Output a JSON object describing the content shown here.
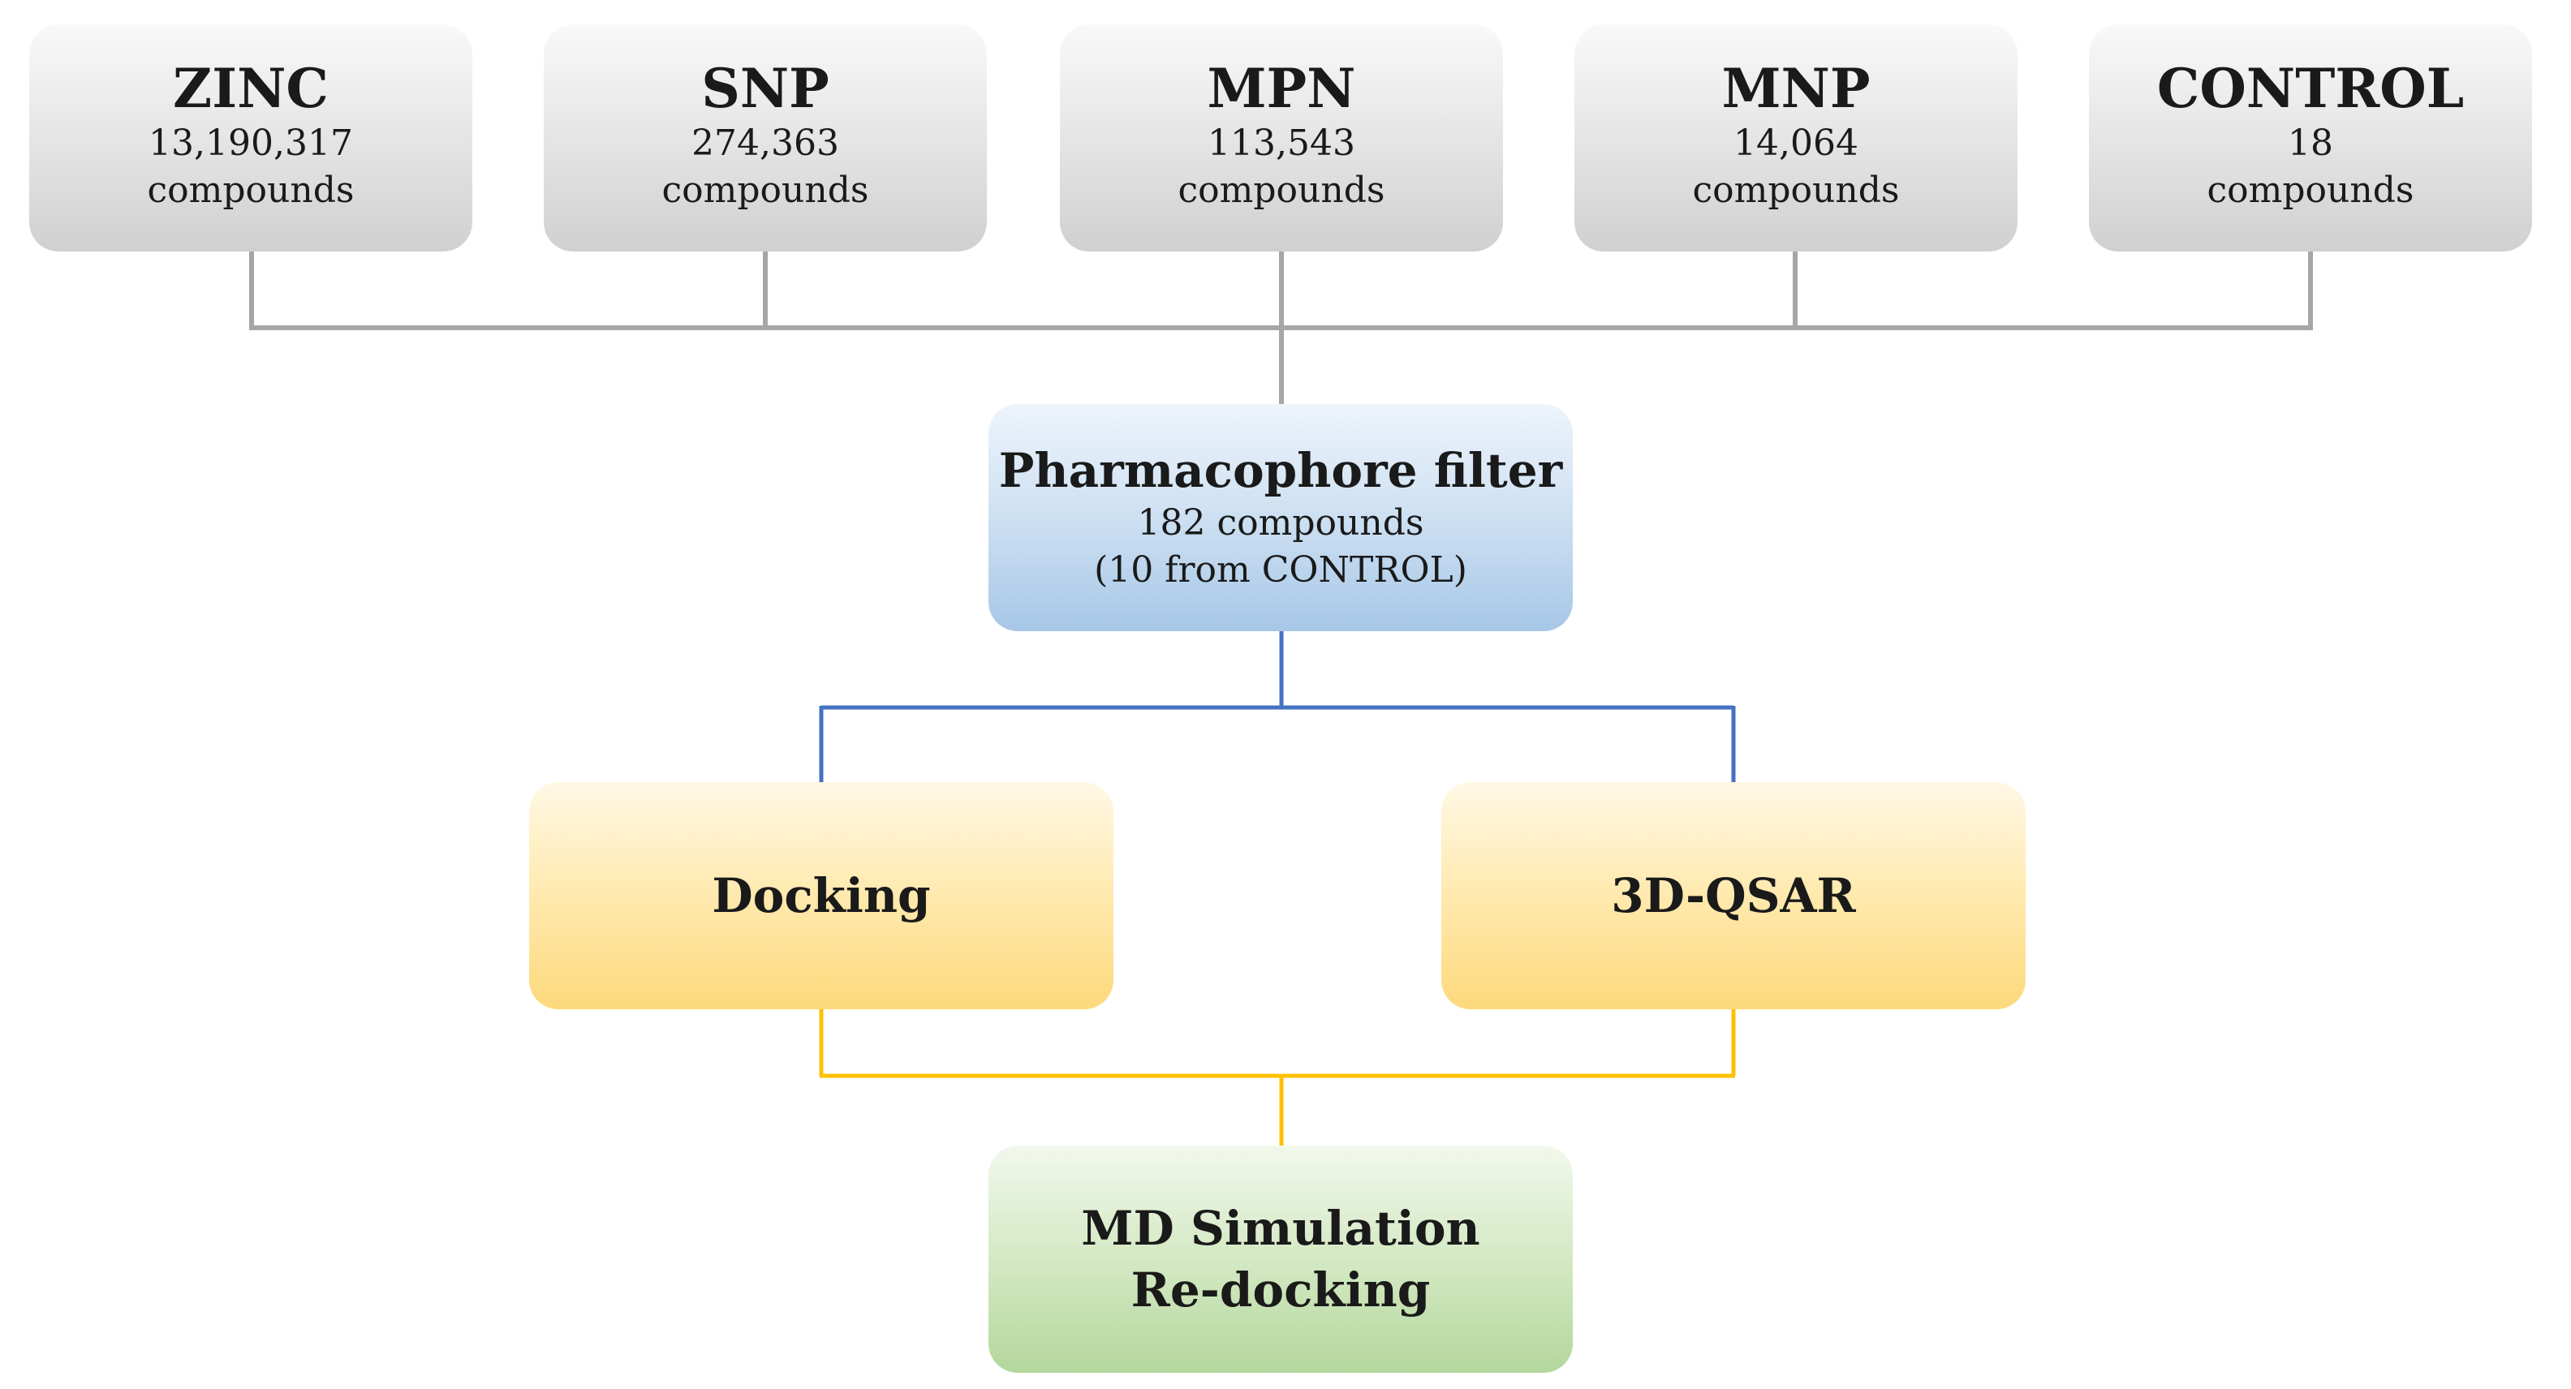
{
  "sources": [
    {
      "name": "ZINC",
      "count": "13,190,317",
      "unit": "compounds"
    },
    {
      "name": "SNP",
      "count": "274,363",
      "unit": "compounds"
    },
    {
      "name": "MPN",
      "count": "113,543",
      "unit": "compounds"
    },
    {
      "name": "MNP",
      "count": "14,064",
      "unit": "compounds"
    },
    {
      "name": "CONTROL",
      "count": "18",
      "unit": "compounds"
    }
  ],
  "pharmacophore": {
    "title": "Pharmacophore filter",
    "count": "182 compounds",
    "note": "(10 from CONTROL)"
  },
  "methods": [
    {
      "title": "Docking"
    },
    {
      "title": "3D-QSAR"
    }
  ],
  "final": {
    "line1": "MD Simulation",
    "line2": "Re-docking"
  },
  "colors": {
    "source_connector": "#a6a6a6",
    "pharmacophore_connector": "#4472c4",
    "methods_connector": "#ffc000"
  }
}
